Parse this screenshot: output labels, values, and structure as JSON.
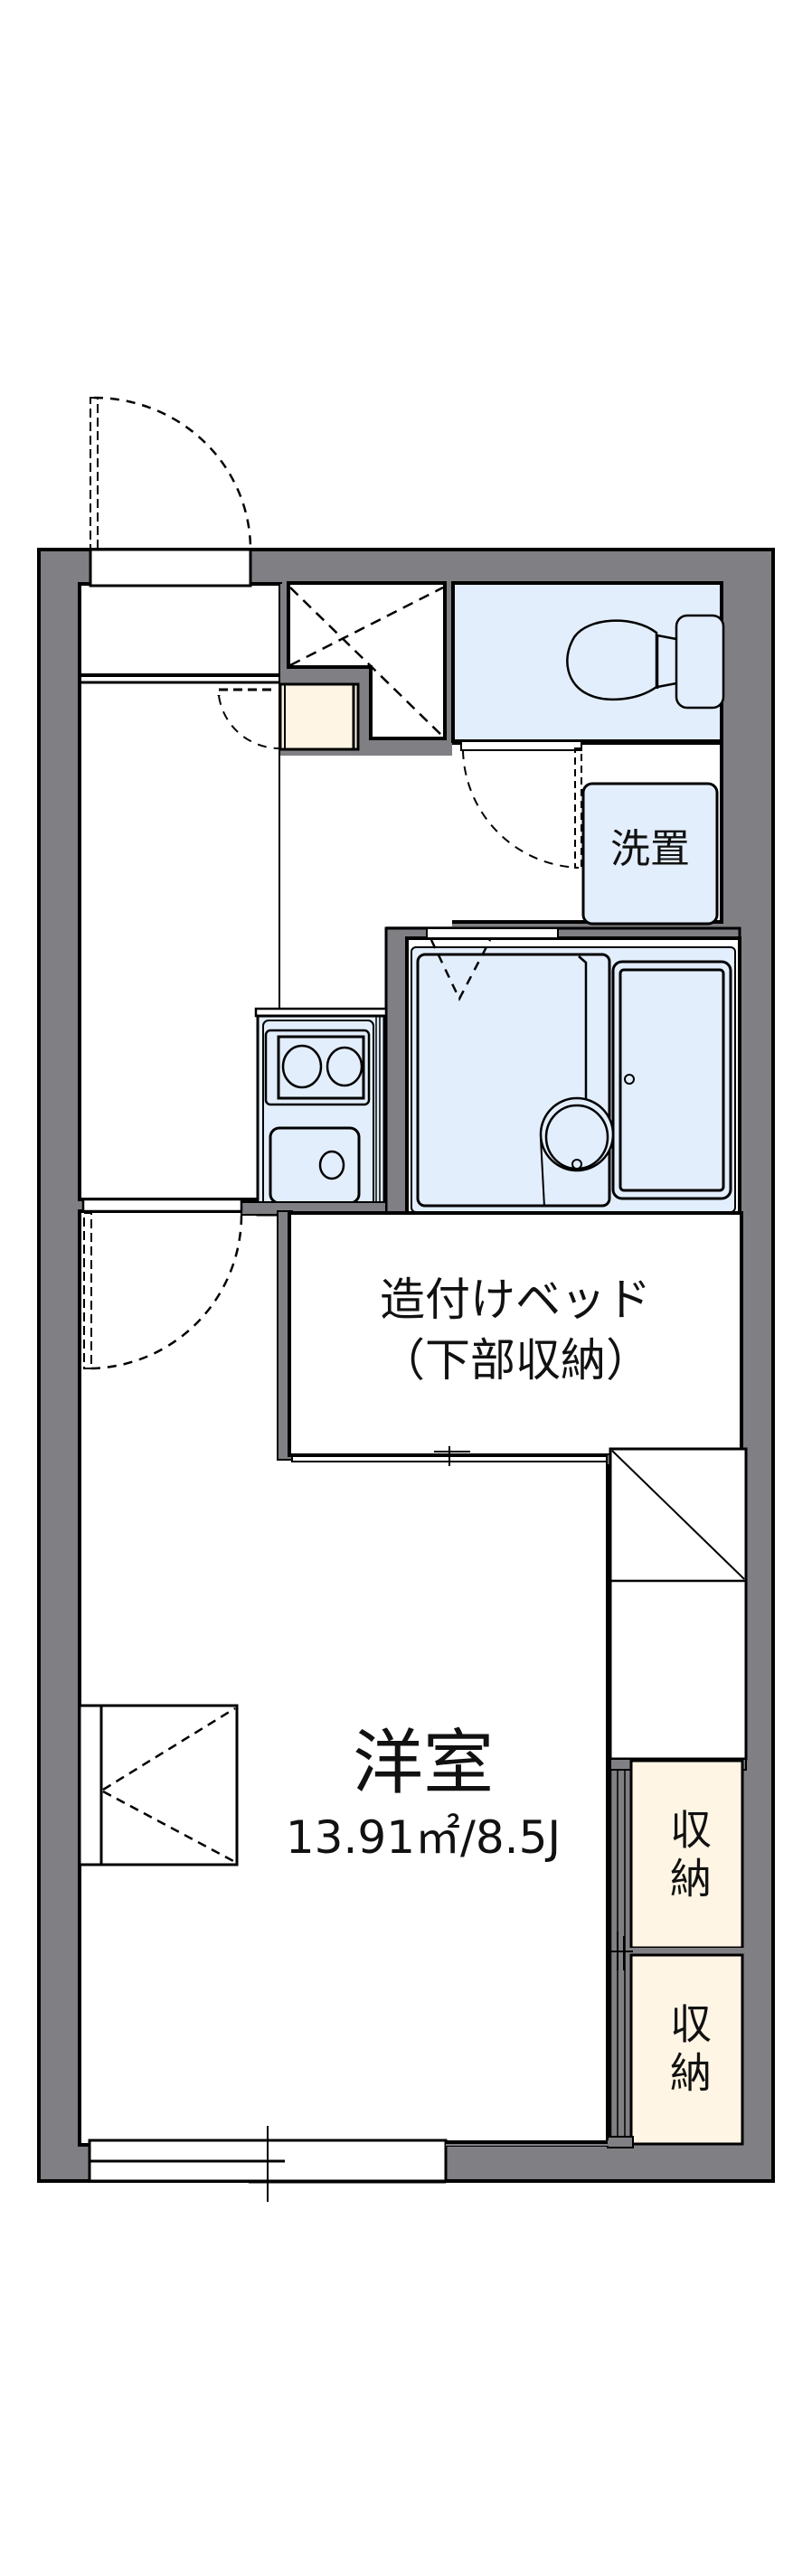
{
  "floor_plan": {
    "colors": {
      "wall": "#808084",
      "outline": "#000000",
      "wet_area": "#e3eefc",
      "storage": "#fff5e4",
      "floor": "#ffffff"
    },
    "rooms": {
      "western_room": {
        "name": "洋室",
        "area": "13.91㎡/8.5J"
      },
      "built_in_bed": {
        "line1": "造付けベッド",
        "line2": "（下部収納）"
      },
      "washer_space": {
        "label": "洗置"
      },
      "closet_1": {
        "label": "収納"
      },
      "closet_2": {
        "label": "収納"
      }
    },
    "fixtures": [
      "entrance-door",
      "shoe-cabinet",
      "storage",
      "toilet",
      "washer-space",
      "kitchen-stove",
      "kitchen-sink",
      "unit-bath",
      "bathtub",
      "washbasin",
      "built-in-bed",
      "stair-box",
      "closets",
      "window",
      "balcony-door"
    ]
  }
}
